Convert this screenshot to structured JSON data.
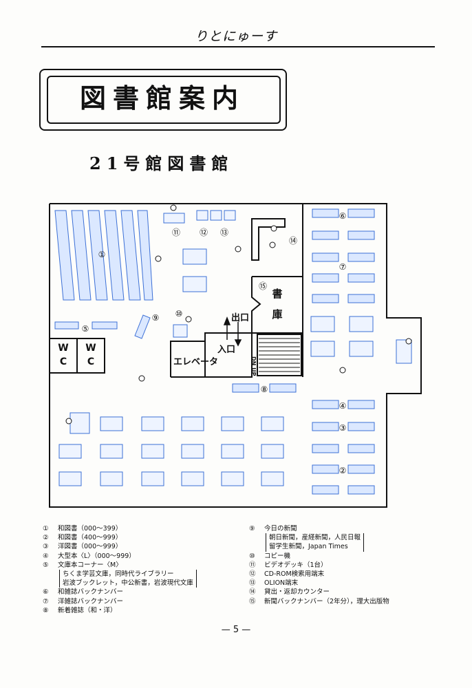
{
  "header": {
    "title": "りとにゅーす"
  },
  "page": {
    "title": "図書館案内",
    "subtitle": "21号館図書館",
    "number": "— 5 —"
  },
  "map_labels": {
    "wc1": [
      "W",
      "C"
    ],
    "wc2": [
      "W",
      "C"
    ],
    "stack": [
      "書",
      "庫"
    ],
    "exit": "出口",
    "entrance": "入口",
    "elevator": "エレベータ",
    "stairs": "DN UP",
    "markers": [
      "①",
      "②",
      "③",
      "④",
      "⑤",
      "⑥",
      "⑦",
      "⑧",
      "⑨",
      "⑩",
      "⑪",
      "⑫",
      "⑬",
      "⑭",
      "⑮"
    ]
  },
  "legend_left": [
    {
      "num": "①",
      "text": "和図書（000～399）"
    },
    {
      "num": "②",
      "text": "和図書（400～999）"
    },
    {
      "num": "③",
      "text": "洋図書（000～999）"
    },
    {
      "num": "④",
      "text": "大型本〈L〉（000～999）"
    },
    {
      "num": "⑤",
      "text": "文庫本コーナー〈M〉"
    },
    {
      "num": "",
      "text": "ちくま学芸文庫，同時代ライブラリー"
    },
    {
      "num": "",
      "text": "岩波ブックレット，中公新書，岩波現代文庫"
    },
    {
      "num": "⑥",
      "text": "和雑誌バックナンバー"
    },
    {
      "num": "⑦",
      "text": "洋雑誌バックナンバー"
    },
    {
      "num": "⑧",
      "text": "新着雑誌（和・洋）"
    }
  ],
  "legend_right": [
    {
      "num": "⑨",
      "text": "今日の新聞"
    },
    {
      "num": "",
      "text": "朝日新聞，産経新聞，人民日報"
    },
    {
      "num": "",
      "text": "留学生新聞，Japan Times"
    },
    {
      "num": "⑩",
      "text": "コピー機"
    },
    {
      "num": "⑪",
      "text": "ビデオデッキ（1台）"
    },
    {
      "num": "⑫",
      "text": "CD-ROM検索用端末"
    },
    {
      "num": "⑬",
      "text": "OLION端末"
    },
    {
      "num": "⑭",
      "text": "貸出・返却カウンター"
    },
    {
      "num": "⑮",
      "text": "新聞バックナンバー（2年分），理大出版物"
    }
  ]
}
